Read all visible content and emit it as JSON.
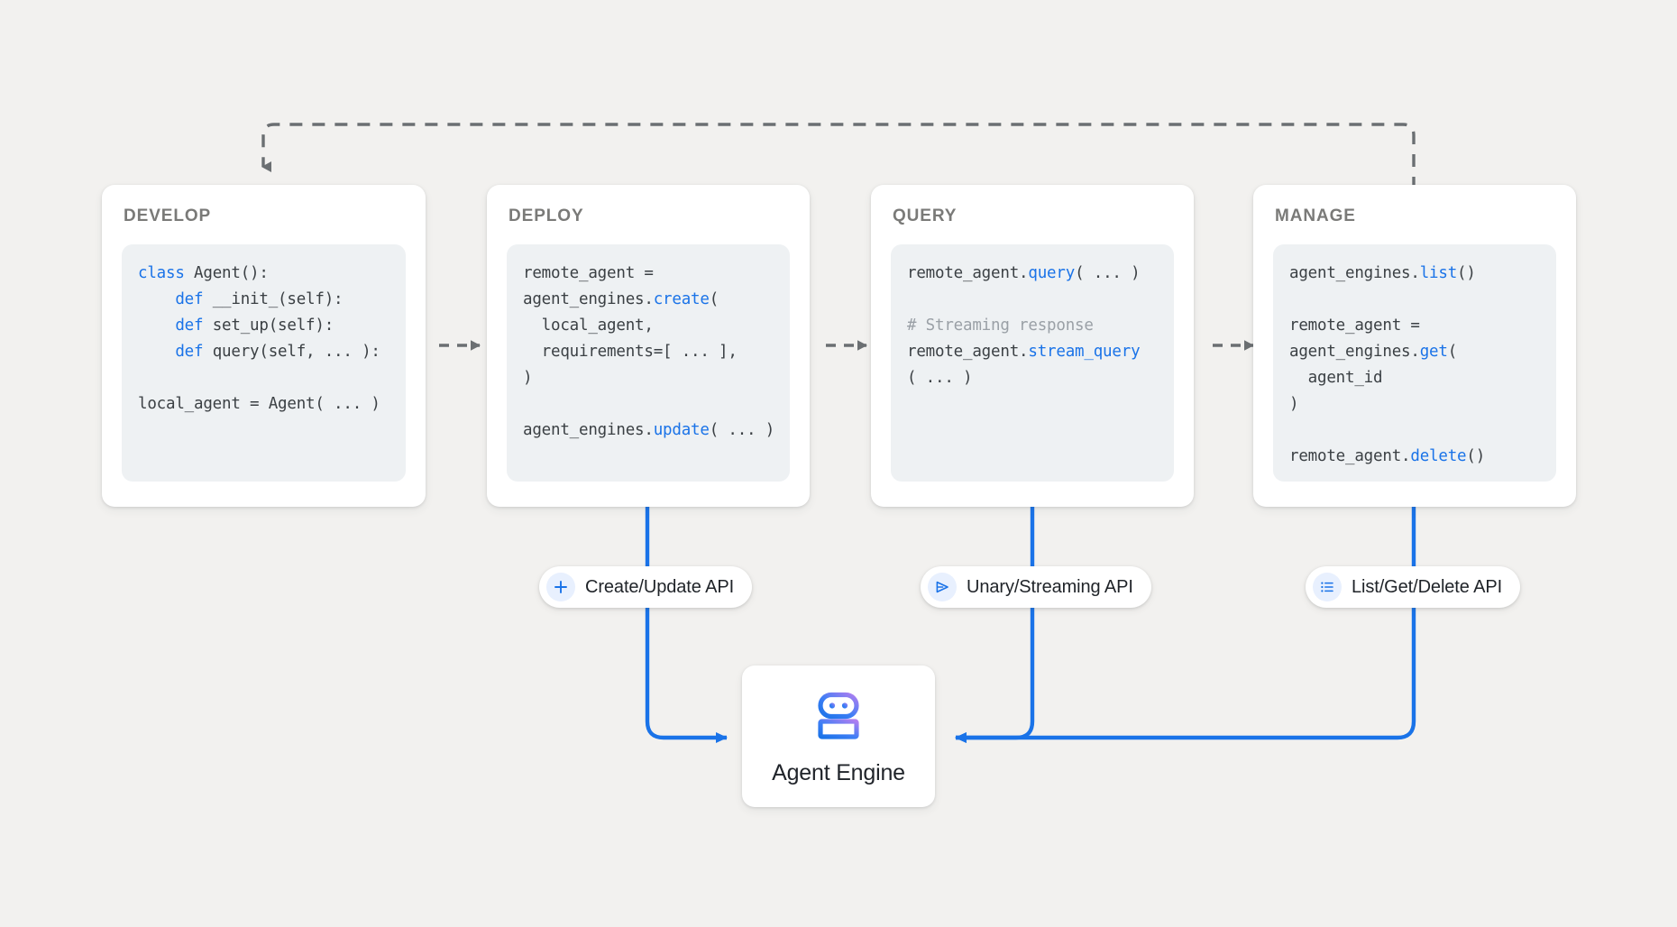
{
  "canvas": {
    "background": "#f2f1ef",
    "accent_blue": "#1a73e8",
    "arrow_gray": "#6b6f72",
    "code_bg": "#eef1f3"
  },
  "stages": [
    {
      "id": "develop",
      "title": "DEVELOP",
      "code_lines": [
        [
          {
            "t": "class",
            "c": "kw"
          },
          {
            "t": " Agent():",
            "c": ""
          }
        ],
        [
          {
            "t": "    ",
            "c": ""
          },
          {
            "t": "def",
            "c": "kw"
          },
          {
            "t": " __init_(self):",
            "c": ""
          }
        ],
        [
          {
            "t": "    ",
            "c": ""
          },
          {
            "t": "def",
            "c": "kw"
          },
          {
            "t": " set_up(self):",
            "c": ""
          }
        ],
        [
          {
            "t": "    ",
            "c": ""
          },
          {
            "t": "def",
            "c": "kw"
          },
          {
            "t": " query(self, ... ):",
            "c": ""
          }
        ],
        [
          {
            "t": "",
            "c": ""
          }
        ],
        [
          {
            "t": "local_agent = Agent( ... )",
            "c": ""
          }
        ]
      ]
    },
    {
      "id": "deploy",
      "title": "DEPLOY",
      "code_lines": [
        [
          {
            "t": "remote_agent =",
            "c": ""
          }
        ],
        [
          {
            "t": "agent_engines.",
            "c": ""
          },
          {
            "t": "create",
            "c": "fn"
          },
          {
            "t": "(",
            "c": ""
          }
        ],
        [
          {
            "t": "  local_agent,",
            "c": ""
          }
        ],
        [
          {
            "t": "  requirements=[ ... ],",
            "c": ""
          }
        ],
        [
          {
            "t": ")",
            "c": ""
          }
        ],
        [
          {
            "t": "",
            "c": ""
          }
        ],
        [
          {
            "t": "agent_engines.",
            "c": ""
          },
          {
            "t": "update",
            "c": "fn"
          },
          {
            "t": "( ... )",
            "c": ""
          }
        ]
      ]
    },
    {
      "id": "query",
      "title": "QUERY",
      "code_lines": [
        [
          {
            "t": "remote_agent.",
            "c": ""
          },
          {
            "t": "query",
            "c": "fn"
          },
          {
            "t": "( ... )",
            "c": ""
          }
        ],
        [
          {
            "t": "",
            "c": ""
          }
        ],
        [
          {
            "t": "# Streaming response",
            "c": "cmt"
          }
        ],
        [
          {
            "t": "remote_agent.",
            "c": ""
          },
          {
            "t": "stream_query",
            "c": "fn"
          }
        ],
        [
          {
            "t": "( ... )",
            "c": ""
          }
        ]
      ]
    },
    {
      "id": "manage",
      "title": "MANAGE",
      "code_lines": [
        [
          {
            "t": "agent_engines.",
            "c": ""
          },
          {
            "t": "list",
            "c": "fn"
          },
          {
            "t": "()",
            "c": ""
          }
        ],
        [
          {
            "t": "",
            "c": ""
          }
        ],
        [
          {
            "t": "remote_agent =",
            "c": ""
          }
        ],
        [
          {
            "t": "agent_engines.",
            "c": ""
          },
          {
            "t": "get",
            "c": "fn"
          },
          {
            "t": "(",
            "c": ""
          }
        ],
        [
          {
            "t": "  agent_id",
            "c": ""
          }
        ],
        [
          {
            "t": ")",
            "c": ""
          }
        ],
        [
          {
            "t": "",
            "c": ""
          }
        ],
        [
          {
            "t": "remote_agent.",
            "c": ""
          },
          {
            "t": "delete",
            "c": "fn"
          },
          {
            "t": "()",
            "c": ""
          }
        ]
      ]
    }
  ],
  "api_pills": [
    {
      "id": "create-update",
      "label": "Create/Update API",
      "icon": "plus-icon"
    },
    {
      "id": "unary-streaming",
      "label": "Unary/Streaming API",
      "icon": "send-icon"
    },
    {
      "id": "list-get-delete",
      "label": "List/Get/Delete API",
      "icon": "list-icon"
    }
  ],
  "engine": {
    "label": "Agent Engine",
    "icon": "robot-icon"
  }
}
